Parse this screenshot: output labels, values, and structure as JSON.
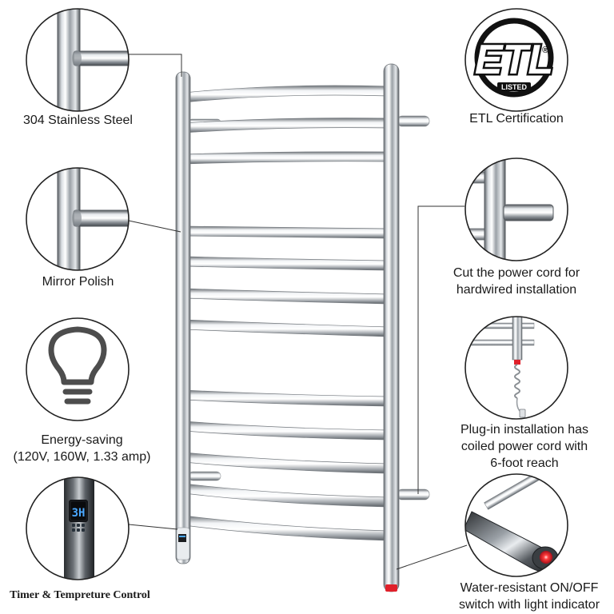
{
  "image": {
    "title": "",
    "background": "#ffffff",
    "accent_colors": {
      "steel_dark": "#6f7479",
      "steel_light": "#f4f6f8",
      "outline": "#222222",
      "indicator_red": "#e0202a",
      "display_blue": "#4aa8ff"
    }
  },
  "features": {
    "stainless": {
      "label": "304 Stainless Steel"
    },
    "mirror": {
      "label": "Mirror Polish"
    },
    "energy": {
      "line1": "Energy-saving",
      "line2": "(120V, 160W, 1.33 amp)"
    },
    "timer": {
      "label": "Timer & Tempreture Control",
      "display": "3H"
    },
    "etl": {
      "label": "ETL Certification",
      "logo_letters": "ETL",
      "logo_sub": "LISTED",
      "logo_mark": "®"
    },
    "hardwire": {
      "line1": "Cut the power cord for",
      "line2": "hardwired installation"
    },
    "plugin": {
      "line1": "Plug-in installation has",
      "line2": "coiled power cord with",
      "line3": "6-foot reach"
    },
    "switch": {
      "line1": "Water-resistant ON/OFF",
      "line2": "switch with light indicator"
    }
  }
}
